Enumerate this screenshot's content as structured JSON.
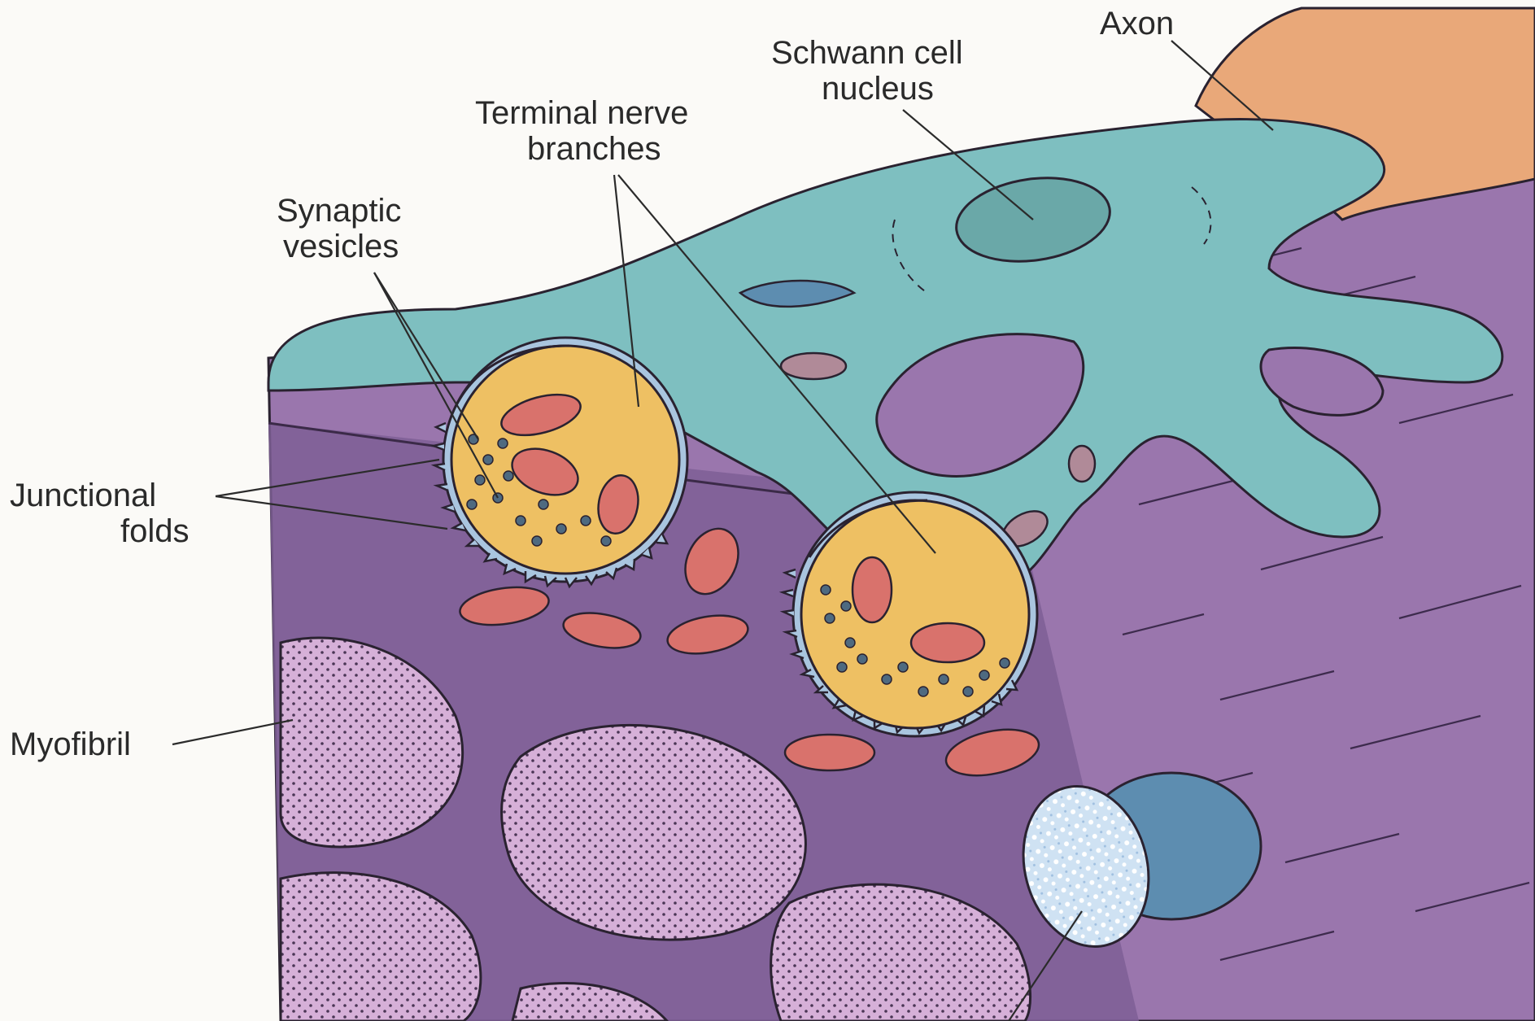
{
  "labels": {
    "axon": "Axon",
    "schwann_1": "Schwann cell",
    "schwann_2": "nucleus",
    "terminal_1": "Terminal nerve",
    "terminal_2": "branches",
    "synaptic_1": "Synaptic",
    "synaptic_2": "vesicles",
    "junctional_1": "Junctional",
    "junctional_2": "folds",
    "myofibril": "Myofibril"
  },
  "colors": {
    "background": "#fbfaf7",
    "muscle": "#9a76ad",
    "muscle_dark": "#6d5285",
    "schwann_cell": "#7ebfc0",
    "axon": "#e9a879",
    "terminal": "#eec063",
    "mitochondria": "#d9726c",
    "myofibril": "#d6b0d8",
    "folds": "#a9c5df",
    "nucleus_blue": "#5d8db0"
  }
}
